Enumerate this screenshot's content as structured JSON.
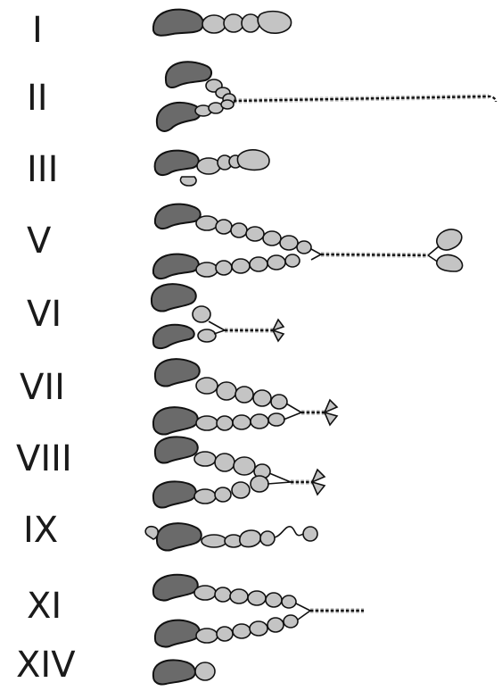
{
  "labels": [
    "I",
    "II",
    "III",
    "V",
    "VI",
    "VII",
    "VIII",
    "IX",
    "XI",
    "XIV"
  ],
  "colors": {
    "head": "#6a6a6a",
    "domain": "#c4c4c4",
    "outline": "#111111",
    "background": "#ffffff"
  }
}
